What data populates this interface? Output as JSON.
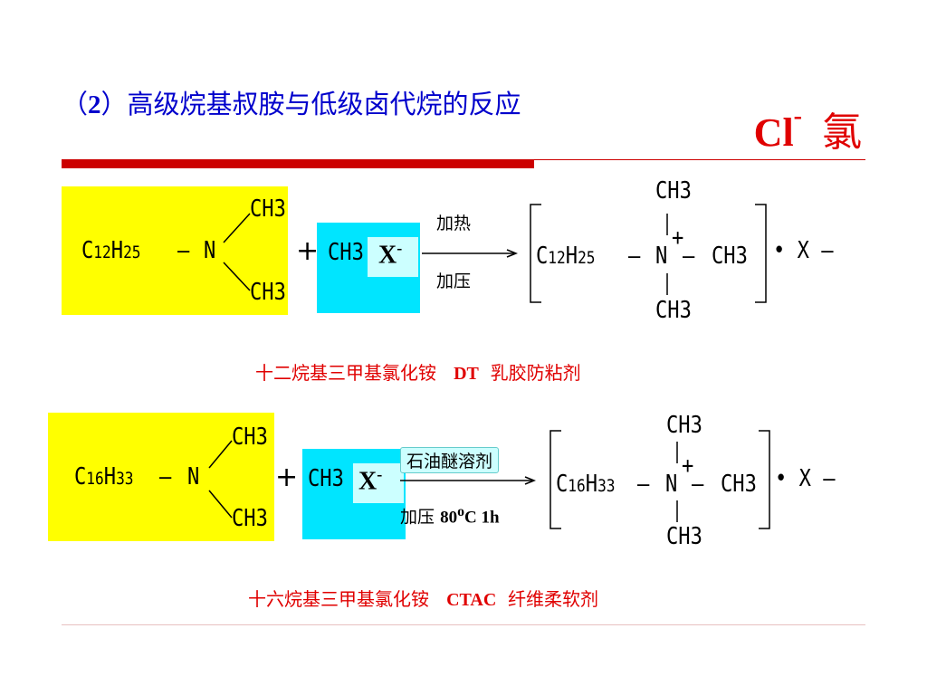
{
  "title": {
    "prefix": "（",
    "num": "2",
    "text": "）高级烷基叔胺与低级卤代烷的反应"
  },
  "cl_label": {
    "symbol": "Cl",
    "charge": "-",
    "name": "氯"
  },
  "reaction1": {
    "reactant": {
      "ch3_top": "CH3",
      "ch3_bottom": "CH3",
      "c": "C",
      "n1": "12",
      "h": "H",
      "n2": "25",
      "dash": "—",
      "n": "N"
    },
    "plus": "+",
    "halide": {
      "ch3": "CH3",
      "x": "X",
      "charge": "-"
    },
    "cond_top": "加热",
    "cond_bottom": "加压",
    "product": {
      "ch3_top": "CH3",
      "ch3_bottom": "CH3",
      "ch3_right": "CH3",
      "c": "C",
      "n1": "12",
      "h": "H",
      "n2": "25",
      "dash": "—",
      "n": "N",
      "plus": "+",
      "dash2": "—",
      "counter": "• X —"
    },
    "caption": {
      "name": "十二烷基三甲基氯化铵",
      "abbr": "DT",
      "use": "乳胶防粘剂"
    }
  },
  "reaction2": {
    "reactant": {
      "ch3_top": "CH3",
      "ch3_bottom": "CH3",
      "c": "C",
      "n1": "16",
      "h": "H",
      "n2": "33",
      "dash": "—",
      "n": "N"
    },
    "plus": "+",
    "halide": {
      "ch3": "CH3",
      "x": "X",
      "charge": "-"
    },
    "cond_top": "石油醚溶剂",
    "cond_bottom_a": "加压",
    "cond_bottom_b": "80",
    "cond_bottom_sup": "o",
    "cond_bottom_c": "C 1h",
    "product": {
      "ch3_top": "CH3",
      "ch3_bottom": "CH3",
      "ch3_right": "CH3",
      "c": "C",
      "n1": "16",
      "h": "H",
      "n2": "33",
      "dash": "—",
      "n": "N",
      "plus": "+",
      "dash2": "—",
      "counter": "• X —"
    },
    "caption": {
      "name": "十六烷基三甲基氯化铵",
      "abbr": "CTAC",
      "use": "纤维柔软剂"
    }
  },
  "colors": {
    "title": "#0000cc",
    "accent": "#e00000",
    "rule": "#cc0000",
    "reactant_bg": "#ffff00",
    "halide_bg": "#00e5ff",
    "halide_inner": "#ccffff"
  }
}
